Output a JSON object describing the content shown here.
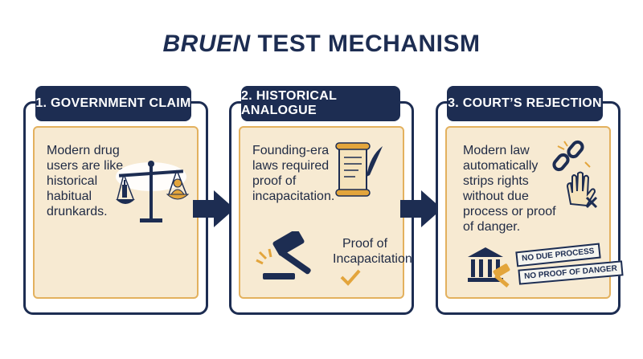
{
  "title": {
    "italic": "BRUEN",
    "rest": " TEST MECHANISM"
  },
  "panels": [
    {
      "heading": "1. GOVERNMENT CLAIM",
      "body": [
        "Modern drug",
        "users are like",
        "historical",
        "habitual",
        "drunkards."
      ]
    },
    {
      "heading": "2. HISTORICAL ANALOGUE",
      "body": [
        "Founding-era",
        "laws required",
        "proof of",
        "incapacitation."
      ],
      "caption": [
        "Proof of",
        "Incapacitation"
      ]
    },
    {
      "heading": "3. COURT’S REJECTION",
      "body": [
        "Modern law",
        "automatically",
        "strips rights",
        "without due",
        "process or proof",
        "of danger."
      ],
      "stamps": [
        "NO DUE PROCESS",
        "NO PROOF OF DANGER"
      ]
    }
  ],
  "colors": {
    "navy": "#1d2d52",
    "gold": "#e3a53c",
    "panel_fill": "#f7ead2"
  },
  "icons": [
    "balance-scale-icon",
    "scroll-quill-icon",
    "gavel-icon",
    "checkmark-icon",
    "broken-chain-icon",
    "raised-hand-icon",
    "courthouse-icon"
  ]
}
